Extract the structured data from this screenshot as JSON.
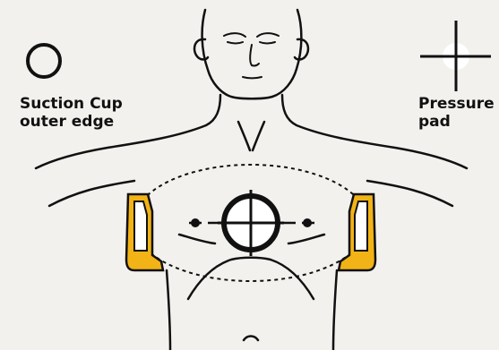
{
  "legend": {
    "suction_cup": {
      "line1": "Suction Cup",
      "line2": "outer edge",
      "icon": "circle-outline-icon"
    },
    "pressure_pad": {
      "line1": "Pressure",
      "line2": "pad",
      "icon": "crosshair-icon"
    }
  },
  "colors": {
    "background": "#f2f1ee",
    "line": "#111111",
    "pad_yellow": "#f2b316",
    "pad_fill": "#ffffff"
  },
  "figure": {
    "subject": "torso-outline",
    "markers": [
      "suction-cup-outline",
      "pressure-pad-crosshair",
      "left-yellow-pad",
      "right-yellow-pad"
    ]
  }
}
